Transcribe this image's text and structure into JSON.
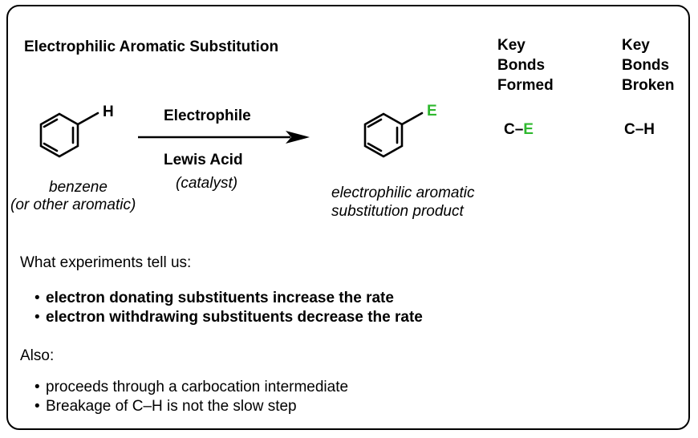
{
  "title": "Electrophilic Aromatic Substitution",
  "headers": {
    "formed": [
      "Key",
      "Bonds",
      "Formed"
    ],
    "broken": [
      "Key",
      "Bonds",
      "Broken"
    ]
  },
  "reaction": {
    "reactant_atom": "H",
    "reactant_name": "benzene",
    "reactant_note": "(or other aromatic)",
    "reagent": "Electrophile",
    "catalyst": "Lewis Acid",
    "catalyst_note": "(catalyst)",
    "product_atom": "E",
    "product_name_line1": "electrophilic aromatic",
    "product_name_line2": "substitution product"
  },
  "bonds": {
    "formed_prefix": "C–",
    "formed_atom": "E",
    "broken": "C–H"
  },
  "experiments": {
    "heading": "What experiments tell us:",
    "items": [
      "electron donating substituents increase the rate",
      "electron withdrawing substituents decrease the rate"
    ]
  },
  "also": {
    "heading": "Also:",
    "items": [
      "proceeds through a carbocation intermediate",
      "Breakage of C–H is not the slow step"
    ]
  },
  "colors": {
    "electrophile": "#2eb82e",
    "text": "#000000"
  }
}
